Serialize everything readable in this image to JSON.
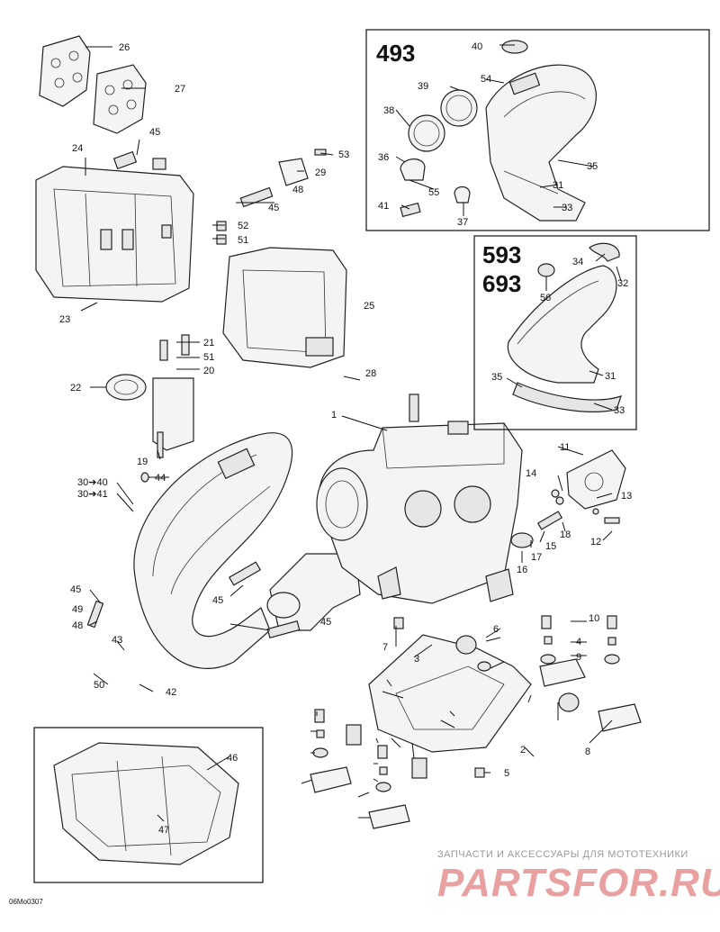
{
  "inset_top": {
    "model": "493"
  },
  "inset_mid": {
    "model_a": "593",
    "model_b": "693"
  },
  "labels": [
    "26",
    "27",
    "45",
    "24",
    "53",
    "29",
    "48",
    "45",
    "52",
    "51",
    "23",
    "25",
    "21",
    "51",
    "20",
    "22",
    "28",
    "19",
    "44",
    "1",
    "11",
    "14",
    "13",
    "18",
    "12",
    "17",
    "15",
    "16",
    "30➔40",
    "30➔41",
    "45",
    "45",
    "49",
    "48",
    "45",
    "43",
    "42",
    "50",
    "6",
    "7",
    "3",
    "5",
    "10",
    "4",
    "9",
    "8",
    "2",
    "46",
    "47",
    "40",
    "54",
    "39",
    "38",
    "36",
    "55",
    "41",
    "37",
    "35",
    "31",
    "33",
    "34",
    "32",
    "56",
    "35",
    "31",
    "33"
  ],
  "watermark": {
    "line1": "ЗАПЧАСТИ И АКСЕССУАРЫ ДЛЯ МОТОТЕХНИКИ",
    "logo": "PARTSFOR.RU"
  },
  "reference": "06Mo0307"
}
